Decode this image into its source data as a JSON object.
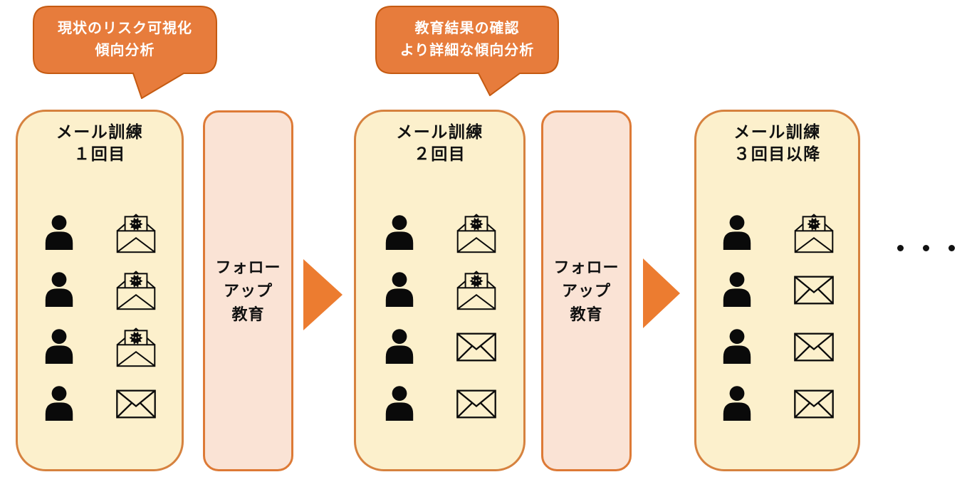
{
  "diagram": {
    "name": "email-training-cycle",
    "bubbles": [
      {
        "lines": [
          "現状のリスク可視化",
          "傾向分析"
        ]
      },
      {
        "lines": [
          "教育結果の確認",
          "より詳細な傾向分析"
        ]
      }
    ],
    "panels": [
      {
        "title_lines": [
          "メール訓練",
          "１回目"
        ],
        "rows": [
          "mail-virus",
          "mail-virus",
          "mail-virus",
          "mail-closed"
        ]
      },
      {
        "title_lines": [
          "メール訓練",
          "２回目"
        ],
        "rows": [
          "mail-virus",
          "mail-virus",
          "mail-closed",
          "mail-closed"
        ]
      },
      {
        "title_lines": [
          "メール訓練",
          "３回目以降"
        ],
        "rows": [
          "mail-virus",
          "mail-closed",
          "mail-closed",
          "mail-closed"
        ]
      }
    ],
    "followups": [
      {
        "lines": [
          "フォロー",
          "アップ",
          "教育"
        ]
      },
      {
        "lines": [
          "フォロー",
          "アップ",
          "教育"
        ]
      }
    ],
    "ellipsis": "・・・"
  },
  "icons": {
    "person": "person-silhouette",
    "mail-virus": "open-envelope-with-virus",
    "mail-closed": "closed-envelope",
    "arrow": "right-arrow-triangle"
  },
  "colors": {
    "bubble_fill": "#E77C3C",
    "bubble_border": "#C55A11",
    "bubble_text": "#FFFFFF",
    "panel_fill": "#FCF0CC",
    "panel_border": "#D6823F",
    "followup_fill": "#FAE3D5",
    "followup_border": "#DD7A36",
    "arrow": "#EC7C30",
    "icon": "#0A0A0A",
    "text": "#111111",
    "background": "#FFFFFF"
  }
}
